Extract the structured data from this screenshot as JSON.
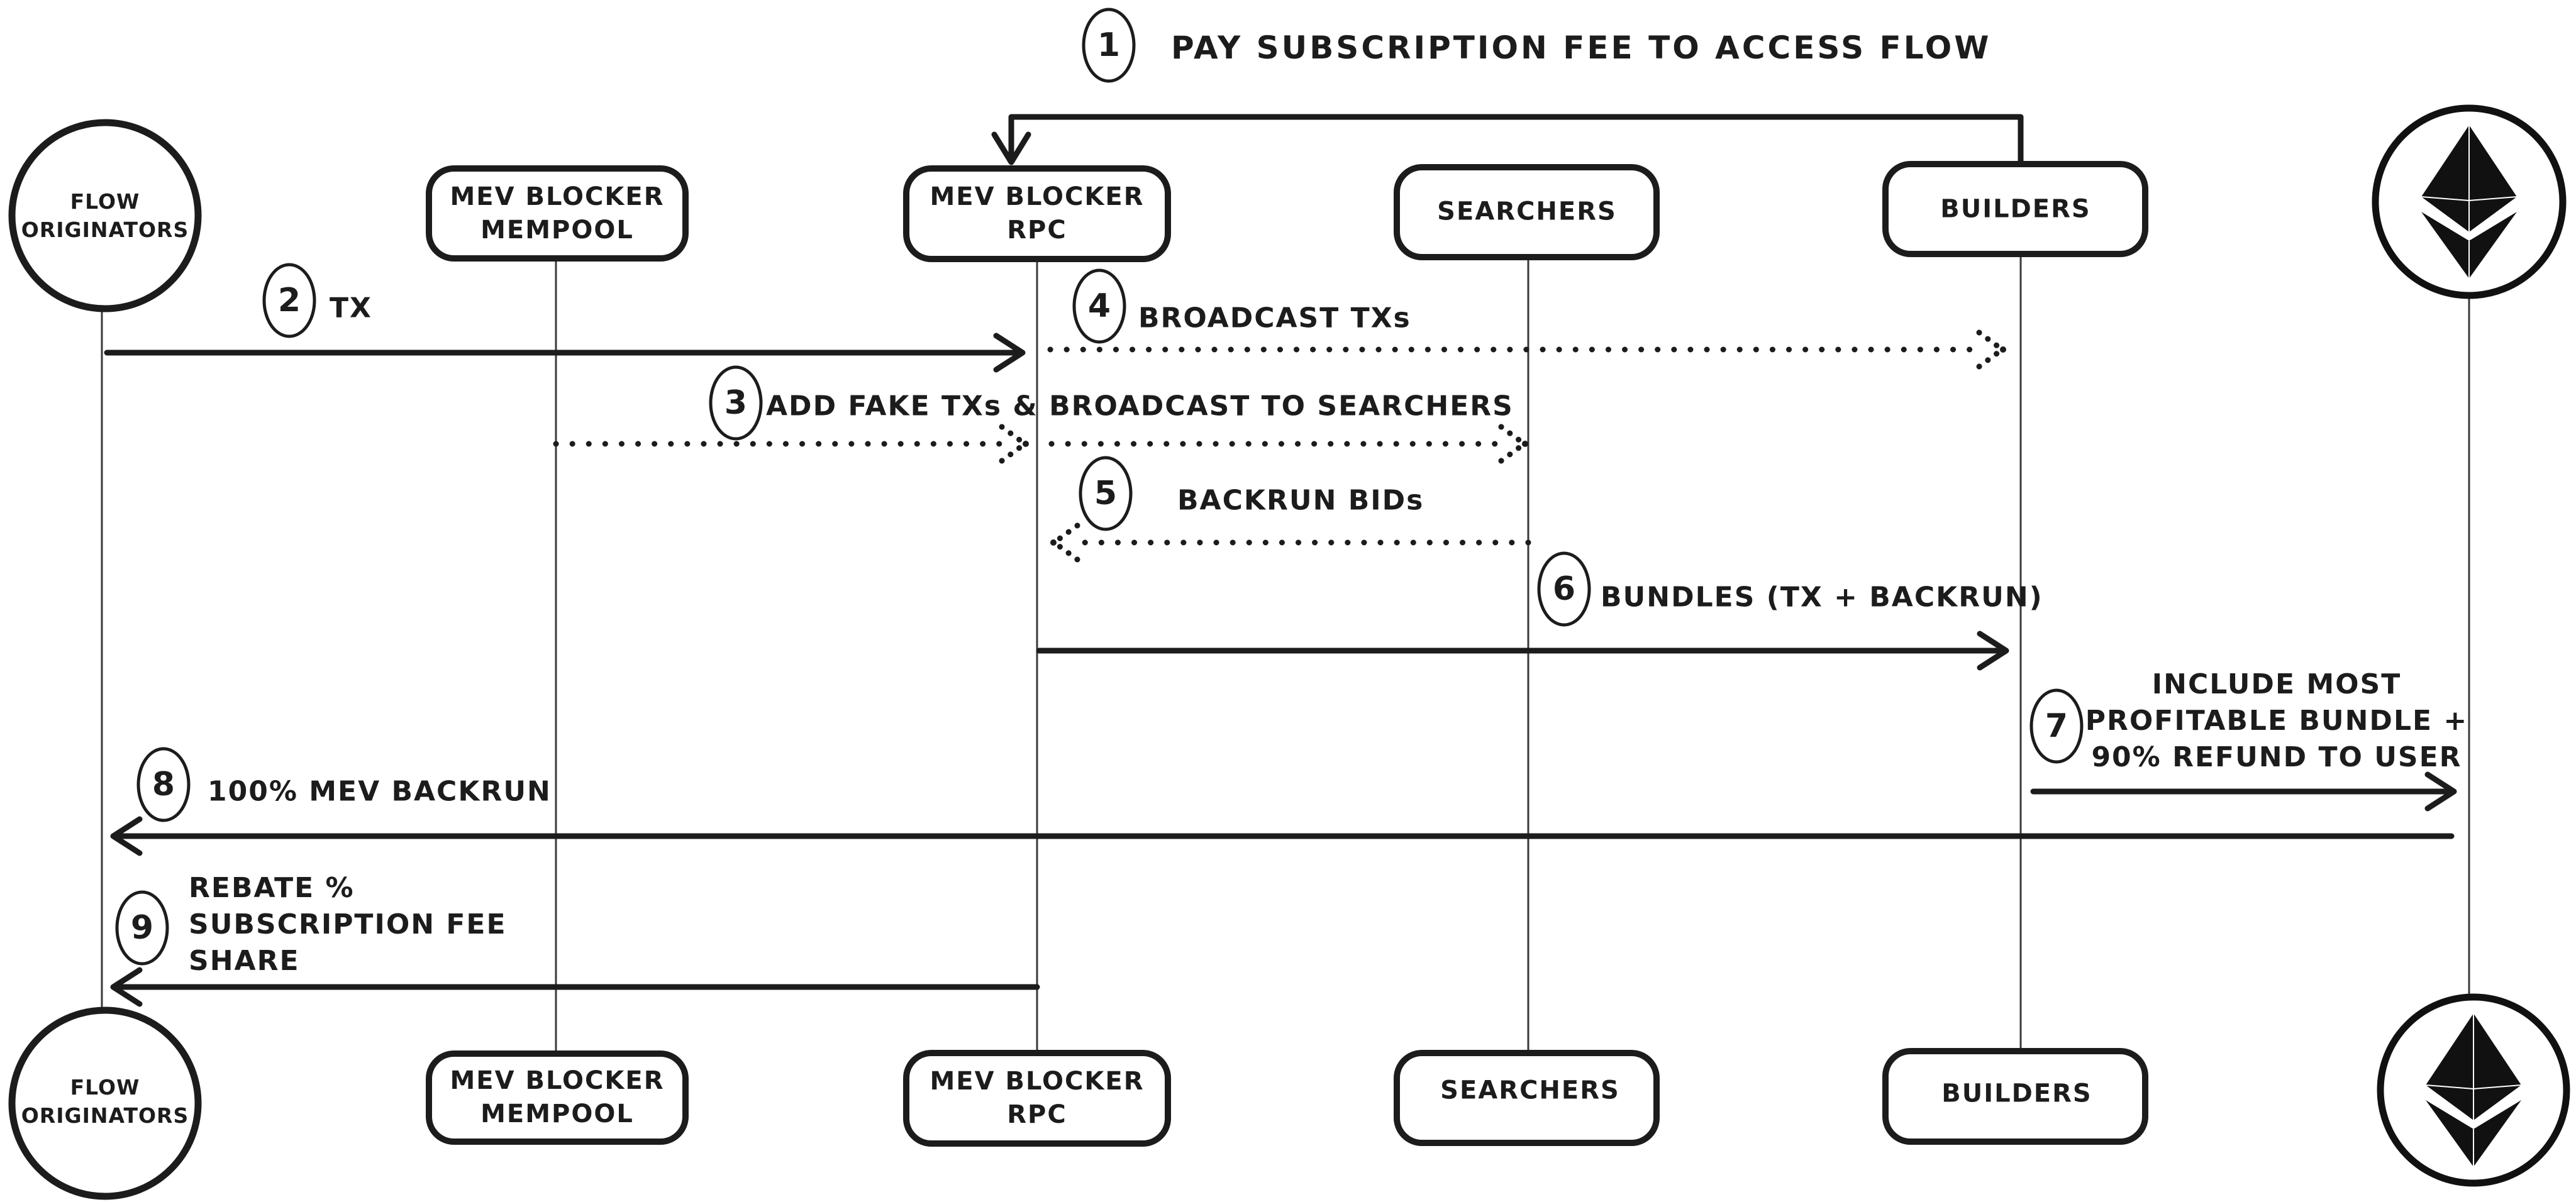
{
  "colors": {
    "ink": "#1c1c1c",
    "background": "#ffffff"
  },
  "title": {
    "badge": "1",
    "text": "PAY SUBSCRIPTION FEE TO ACCESS FLOW"
  },
  "actors": {
    "flow_originators": {
      "line1": "FLOW",
      "line2": "ORIGINATORS"
    },
    "mev_blocker_mempool": {
      "line1": "MEV BLOCKER",
      "line2": "MEMPOOL"
    },
    "mev_blocker_rpc": {
      "line1": "MEV BLOCKER",
      "line2": "RPC"
    },
    "searchers": {
      "label": "SEARCHERS"
    },
    "builders": {
      "label": "BUILDERS"
    },
    "ethereum": {
      "icon": "ethereum-logo"
    }
  },
  "messages": {
    "tx": {
      "badge": "2",
      "label": "TX"
    },
    "add_fake_txs": {
      "badge": "3",
      "label": "ADD FAKE TXs & BROADCAST TO SEARCHERS"
    },
    "broadcast_txs": {
      "badge": "4",
      "label": "BROADCAST TXs"
    },
    "backrun_bids": {
      "badge": "5",
      "label": "BACKRUN BIDs"
    },
    "bundles": {
      "badge": "6",
      "label": "BUNDLES (TX + BACKRUN)"
    },
    "include_bundle": {
      "badge": "7",
      "lines": [
        "INCLUDE MOST",
        "PROFITABLE BUNDLE +",
        "90% REFUND TO USER"
      ]
    },
    "mev_backrun": {
      "badge": "8",
      "label": "100% MEV BACKRUN"
    },
    "rebate": {
      "badge": "9",
      "lines": [
        "REBATE %",
        "SUBSCRIPTION FEE",
        "SHARE"
      ]
    }
  }
}
